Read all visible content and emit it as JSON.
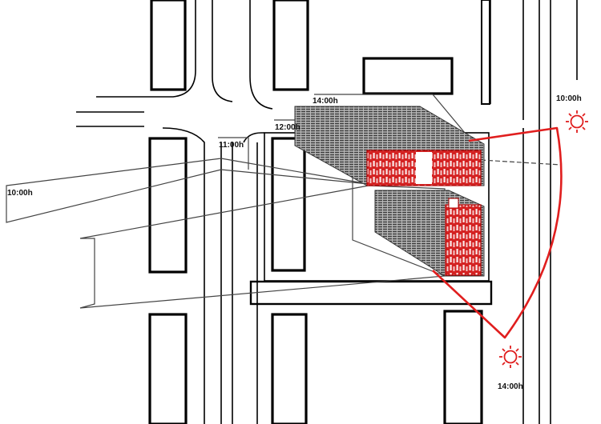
{
  "time_labels": {
    "sun_east": "10:00h",
    "sun_south": "14:00h",
    "shadow_1000": "10:00h",
    "shadow_1100": "11:00h",
    "shadow_1200": "12:00h",
    "shadow_1400": "14:00h"
  },
  "icons": {
    "sun_east": "sun-icon",
    "sun_south": "sun-icon"
  },
  "colors": {
    "sun_path": "#e01e1e",
    "building": "#d42222",
    "shadow_fill": "#555555",
    "line": "#000000"
  }
}
